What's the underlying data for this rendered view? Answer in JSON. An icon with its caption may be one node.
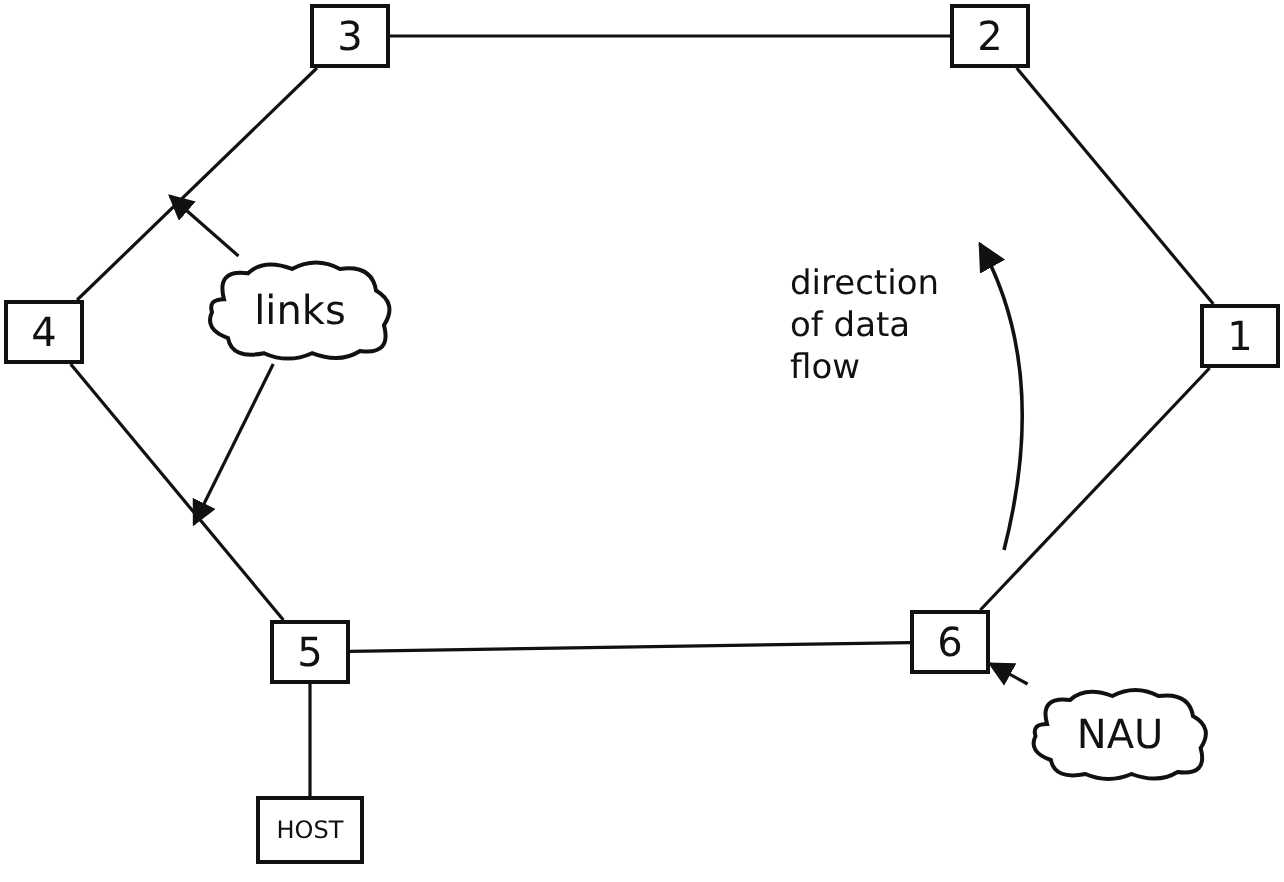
{
  "diagram": {
    "nodes": [
      {
        "text": [
          "1"
        ]
      },
      {
        "text": [
          "2"
        ]
      },
      {
        "text": [
          "3"
        ]
      },
      {
        "text": [
          "4"
        ]
      },
      {
        "text": [
          "5"
        ]
      },
      {
        "text": [
          "6"
        ]
      },
      {
        "text": [
          "HOST"
        ]
      },
      {
        "text": [
          "links"
        ]
      },
      {
        "text": [
          "NAU"
        ]
      }
    ],
    "edges": [
      {
        "from": 0,
        "to": 1,
        "arrow": "none"
      },
      {
        "from": 1,
        "to": 2,
        "arrow": "none"
      },
      {
        "from": 2,
        "to": 3,
        "arrow": "none"
      },
      {
        "from": 3,
        "to": 4,
        "arrow": "none"
      },
      {
        "from": 4,
        "to": 5,
        "arrow": "none"
      },
      {
        "from": 5,
        "to": 0,
        "arrow": "none"
      },
      {
        "from": 4,
        "to": 6,
        "arrow": "none"
      },
      {
        "from": 7,
        "to": null,
        "arrow": "to"
      },
      {
        "from": 7,
        "to": null,
        "arrow": "to"
      },
      {
        "from": 8,
        "to": 5,
        "arrow": "to"
      }
    ],
    "labels": [
      "direction of data flow"
    ]
  }
}
